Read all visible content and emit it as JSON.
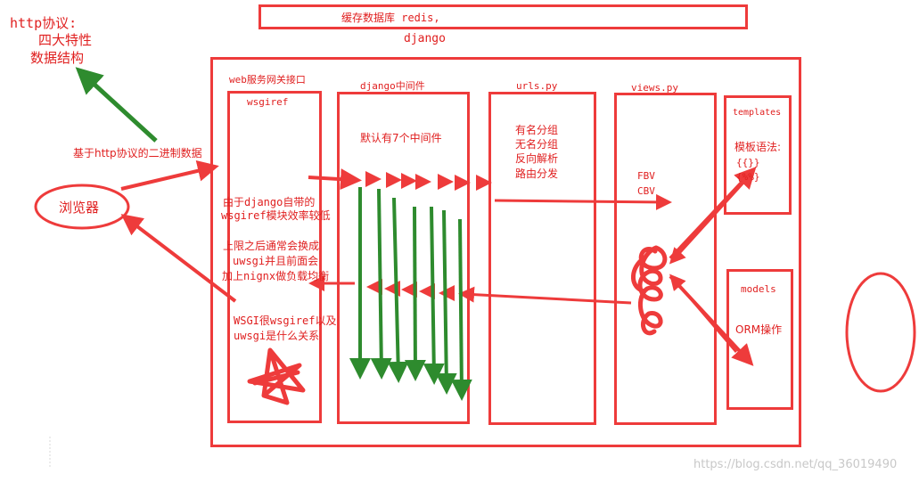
{
  "top_note": {
    "line1": "缓存数据库 redis,",
    "line2": "django"
  },
  "http_note": {
    "title": "http协议:",
    "line1": "四大特性",
    "line2": "数据结构"
  },
  "arrow_note": "基于http协议的二进制数据",
  "browser_label": "浏览器",
  "wsgi": {
    "header": "web服务网关接口",
    "title": "wsgiref",
    "note1": [
      "由于django自带的",
      "wsgiref模块效率较低"
    ],
    "note2": [
      "上限之后通常会换成",
      "uwsgi并且前面会",
      "加上nignx做负载均衡"
    ],
    "note3": [
      "WSGI很wsgiref以及",
      "uwsgi是什么关系"
    ]
  },
  "middleware": {
    "header": "django中间件",
    "note": "默认有7个中间件"
  },
  "urls": {
    "header": "urls.py",
    "lines": [
      "有名分组",
      "无名分组",
      "反向解析",
      "路由分发"
    ]
  },
  "views": {
    "header": "views.py",
    "lines": [
      "FBV",
      "CBV"
    ]
  },
  "templates": {
    "title": "templates",
    "syntax_label": "模板语法:",
    "syntax_1": "{{}}",
    "syntax_2": "{%%}"
  },
  "models": {
    "title": "models",
    "orm": "ORM操作"
  },
  "watermark": "https://blog.csdn.net/qq_36019490",
  "colors": {
    "red": "#ee3b3b",
    "green": "#2e8b2e",
    "text_red": "#e02020"
  }
}
